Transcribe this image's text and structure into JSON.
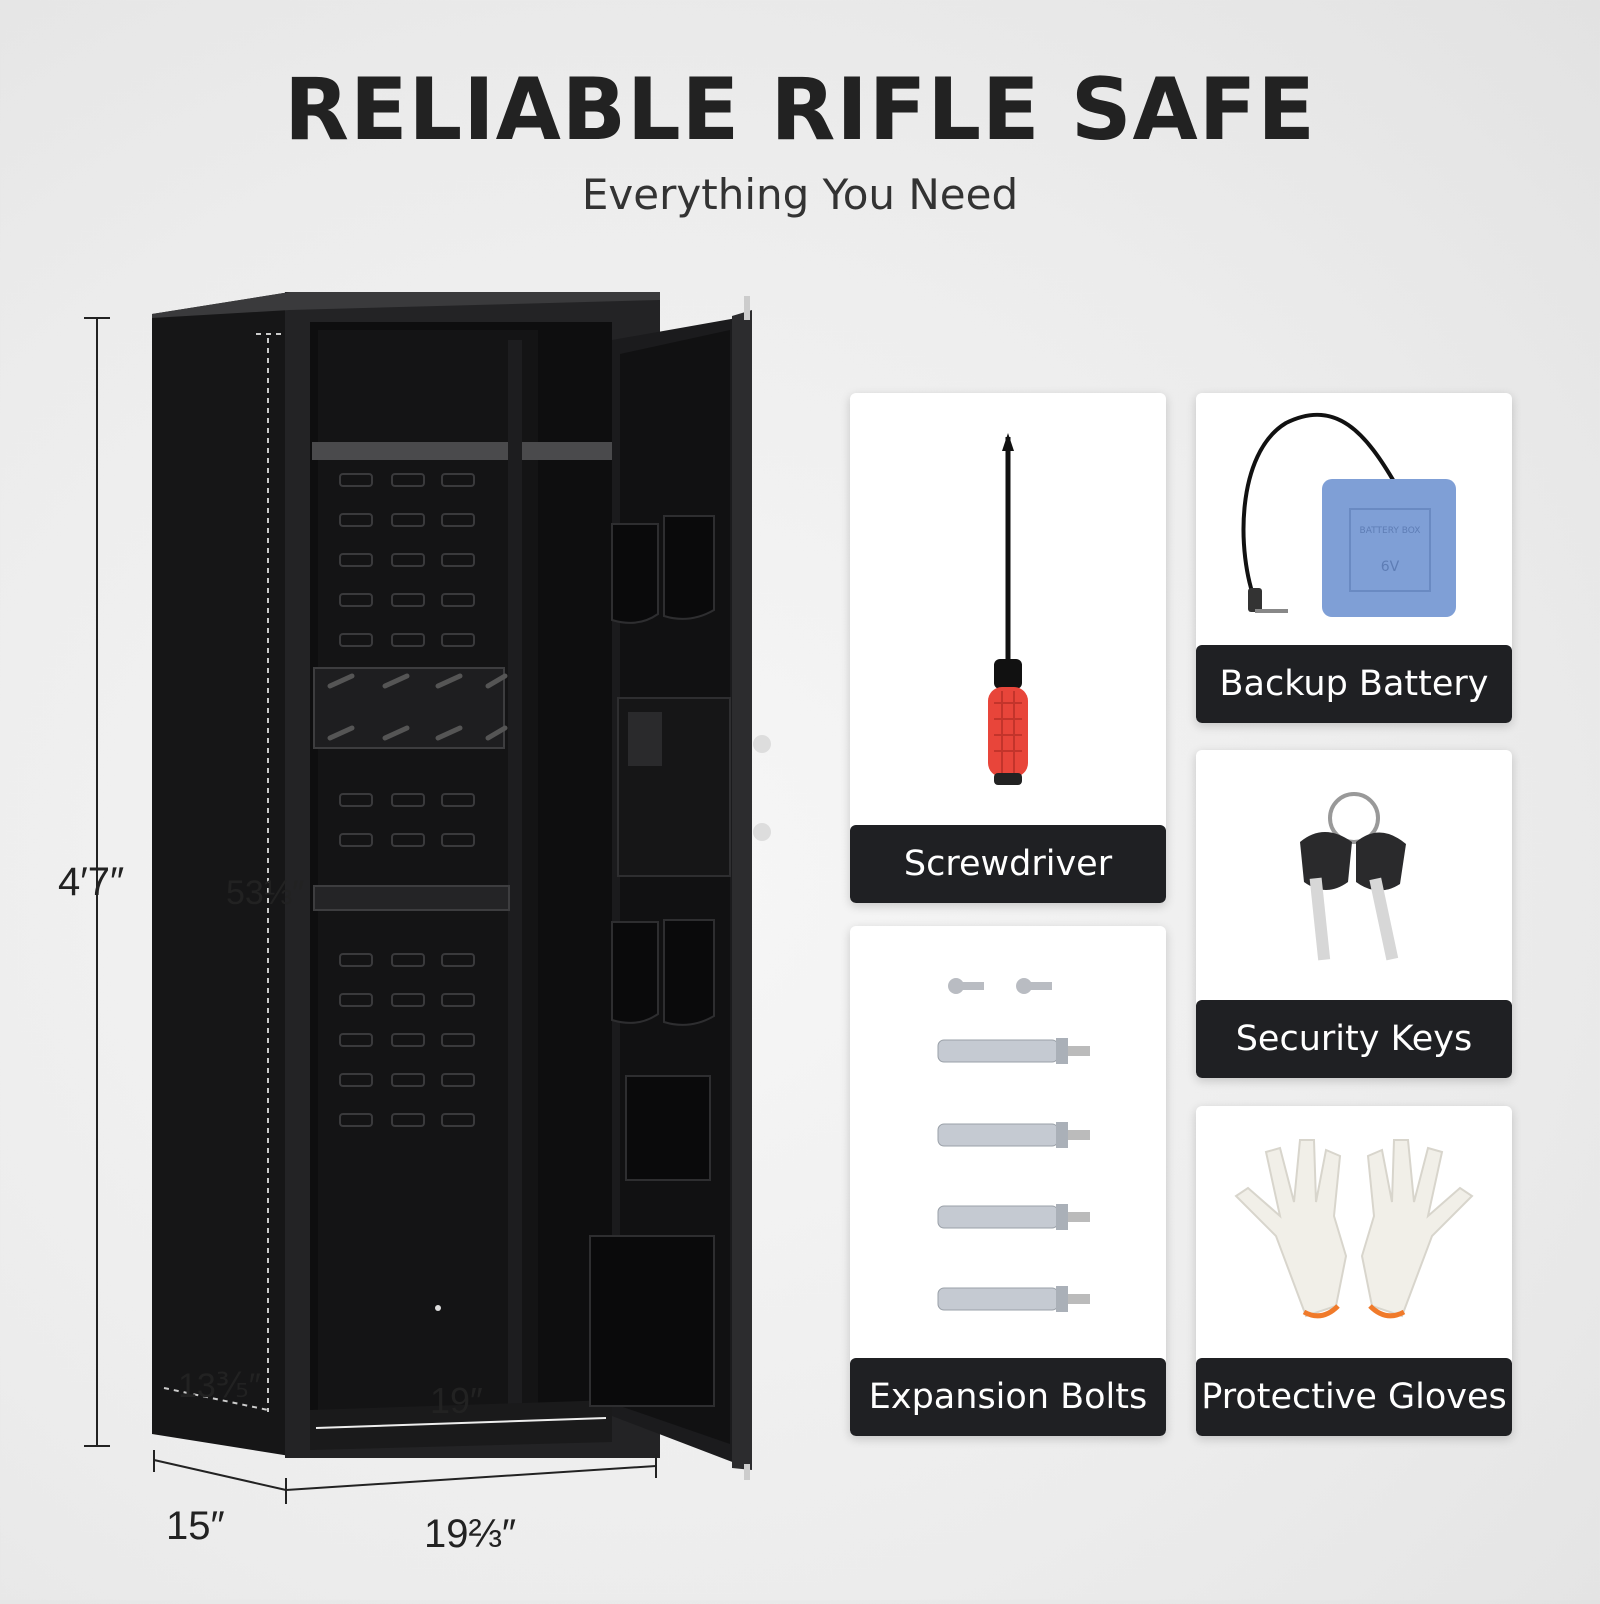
{
  "header": {
    "title": "RELIABLE RIFLE SAFE",
    "subtitle": "Everything You Need"
  },
  "dimensions": {
    "height": "4′7″",
    "inner_height": "53⅓″",
    "inner_depth": "13⅗″",
    "inner_width": "19″",
    "depth": "15″",
    "width": "19⅔″"
  },
  "accessories": [
    {
      "label": "Screwdriver",
      "icon": "screwdriver-icon"
    },
    {
      "label": "Backup Battery",
      "icon": "battery-box-icon",
      "battery_text": "BATTERY BOX",
      "battery_volt": "6V"
    },
    {
      "label": "Security Keys",
      "icon": "keys-icon"
    },
    {
      "label": "Expansion Bolts",
      "icon": "bolts-icon"
    },
    {
      "label": "Protective Gloves",
      "icon": "gloves-icon"
    }
  ],
  "colors": {
    "label_bg": "#1f2023",
    "safe_body": "#1c1c1e",
    "screwdriver_handle": "#e8453a",
    "battery_blue": "#7f9fd6"
  }
}
